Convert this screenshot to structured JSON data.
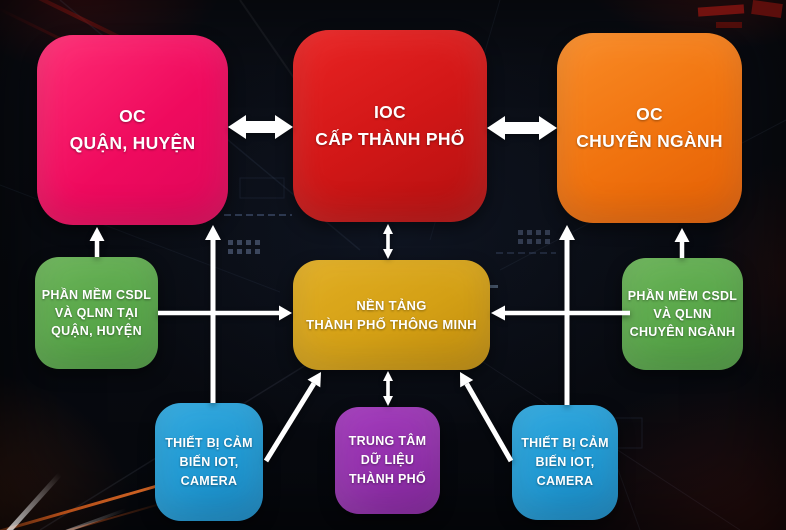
{
  "diagram": {
    "name": "Smart city IOC architecture diagram",
    "arrow_color": "#ffffff",
    "nodes": {
      "oc_district": {
        "lines": [
          "OC",
          "QUẬN, HUYỆN"
        ],
        "color": "#ef0a5e"
      },
      "ioc_city": {
        "lines": [
          "IOC",
          "CẤP THÀNH PHỐ"
        ],
        "color": "#d21717"
      },
      "oc_specialized": {
        "lines": [
          "OC",
          "CHUYÊN NGÀNH"
        ],
        "color": "#f0720e"
      },
      "software_district": {
        "lines": [
          "PHẦN MỀM CSDL",
          "VÀ QLNN TẠI",
          "QUẬN, HUYỆN"
        ],
        "color": "#57a548"
      },
      "smart_city_platform": {
        "lines": [
          "NỀN TẢNG",
          "THÀNH PHỐ THÔNG MINH"
        ],
        "color": "#d4a015"
      },
      "software_specialized": {
        "lines": [
          "PHẦN MỀM CSDL",
          "VÀ QLNN",
          "CHUYÊN NGÀNH"
        ],
        "color": "#57a548"
      },
      "iot_sensors_left": {
        "lines": [
          "THIẾT BỊ CẢM",
          "BIẾN IOT,",
          "CAMERA"
        ],
        "color": "#1f98d2"
      },
      "city_data_center": {
        "lines": [
          "TRUNG TÂM",
          "DỮ LIỆU",
          "THÀNH PHỐ"
        ],
        "color": "#9230ab"
      },
      "iot_sensors_right": {
        "lines": [
          "THIẾT BỊ CẢM",
          "BIẾN IOT,",
          "CAMERA"
        ],
        "color": "#1f98d2"
      }
    }
  }
}
